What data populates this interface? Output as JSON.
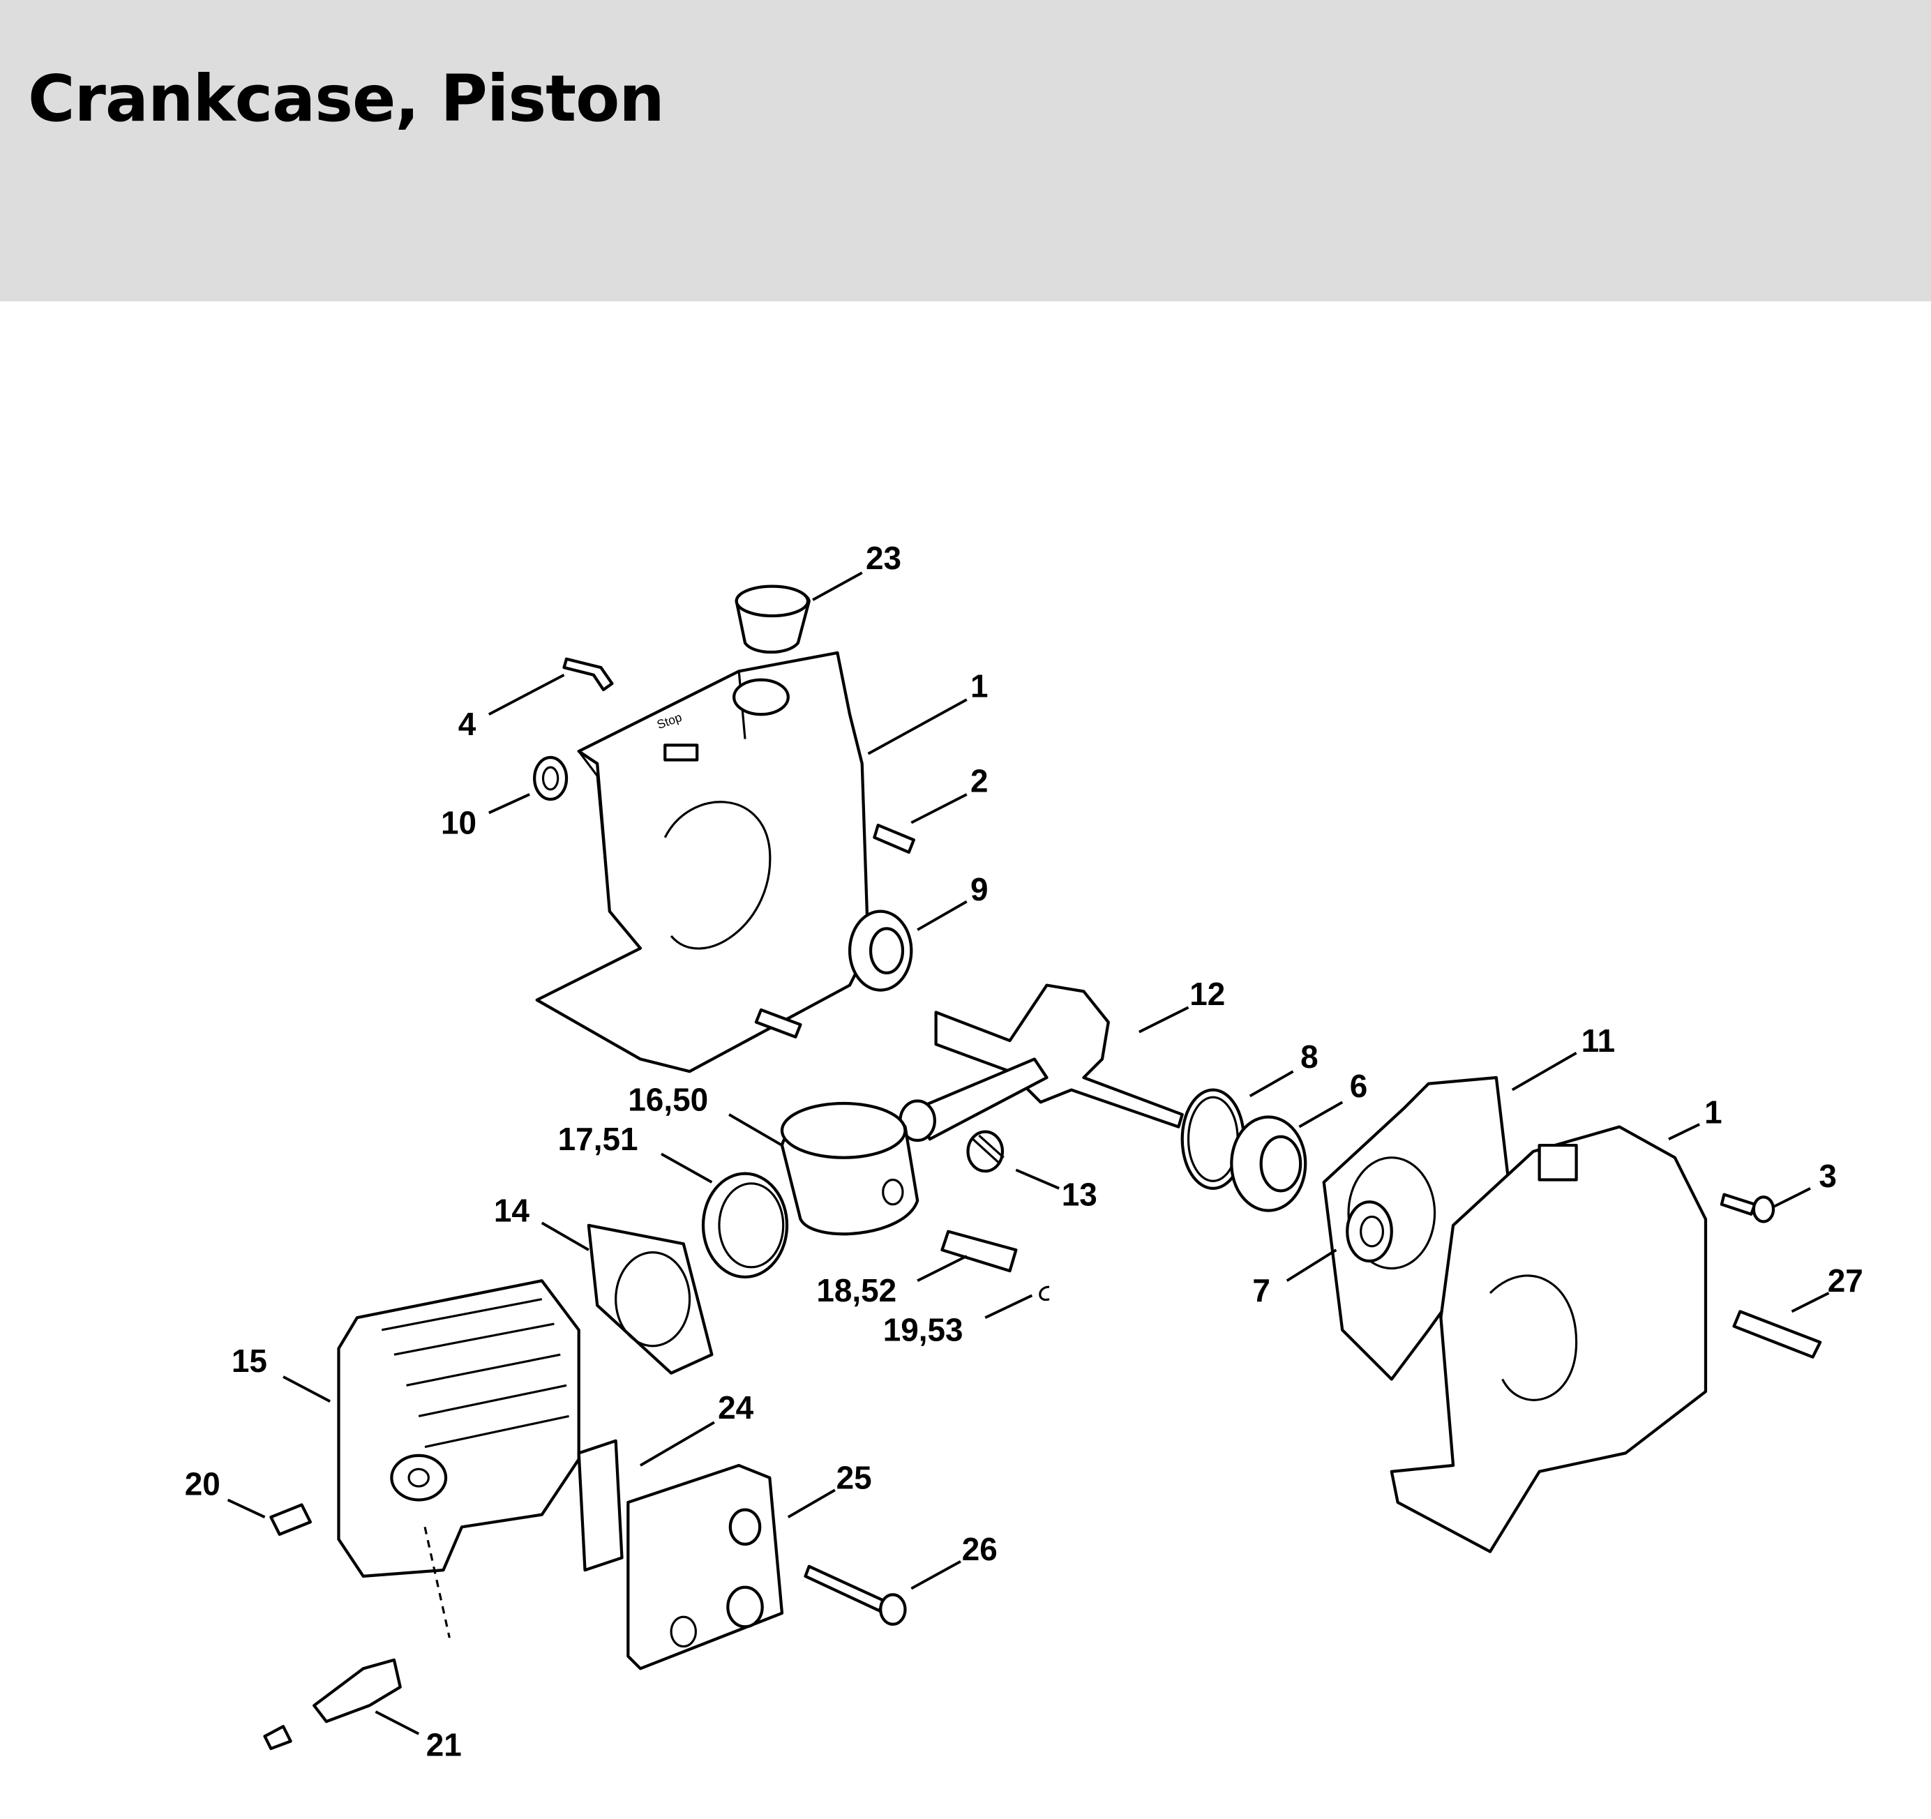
{
  "header": {
    "title": "Crankcase, Piston"
  },
  "callouts": [
    "23",
    "1",
    "4",
    "10",
    "2",
    "9",
    "12",
    "11",
    "8",
    "6",
    "16,50",
    "1",
    "17,51",
    "13",
    "3",
    "14",
    "18,52",
    "27",
    "7",
    "19,53",
    "15",
    "24",
    "25",
    "20",
    "26",
    "21"
  ],
  "engraving": "Stop"
}
